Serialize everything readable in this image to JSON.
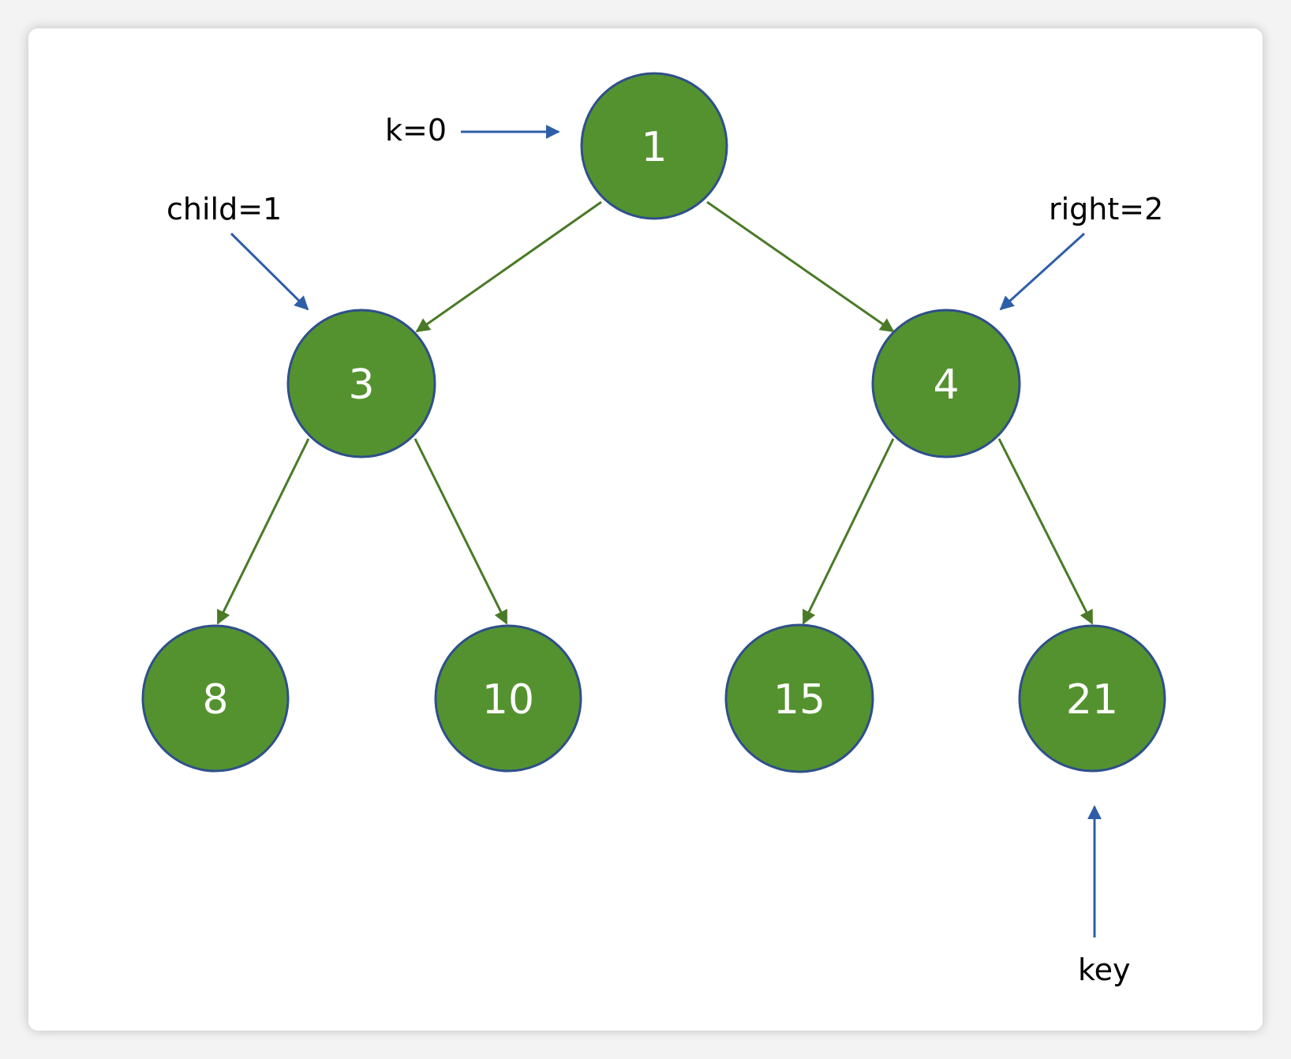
{
  "tree": {
    "nodes": [
      {
        "id": "n0",
        "label": "1"
      },
      {
        "id": "n1",
        "label": "3"
      },
      {
        "id": "n2",
        "label": "4"
      },
      {
        "id": "n3",
        "label": "8"
      },
      {
        "id": "n4",
        "label": "10"
      },
      {
        "id": "n5",
        "label": "15"
      },
      {
        "id": "n6",
        "label": "21"
      }
    ],
    "edges": [
      {
        "from": "n0",
        "to": "n1"
      },
      {
        "from": "n0",
        "to": "n2"
      },
      {
        "from": "n1",
        "to": "n3"
      },
      {
        "from": "n1",
        "to": "n4"
      },
      {
        "from": "n2",
        "to": "n5"
      },
      {
        "from": "n2",
        "to": "n6"
      }
    ]
  },
  "annotations": [
    {
      "id": "k",
      "label": "k=0",
      "target": "n0"
    },
    {
      "id": "child",
      "label": "child=1",
      "target": "n1"
    },
    {
      "id": "right",
      "label": "right=2",
      "target": "n2"
    },
    {
      "id": "key",
      "label": "key",
      "target": "n6"
    }
  ],
  "colors": {
    "node_fill": "#54922f",
    "node_stroke": "#2f4f8a",
    "edge": "#4a7a28",
    "pointer_arrow": "#2f5ea8"
  }
}
